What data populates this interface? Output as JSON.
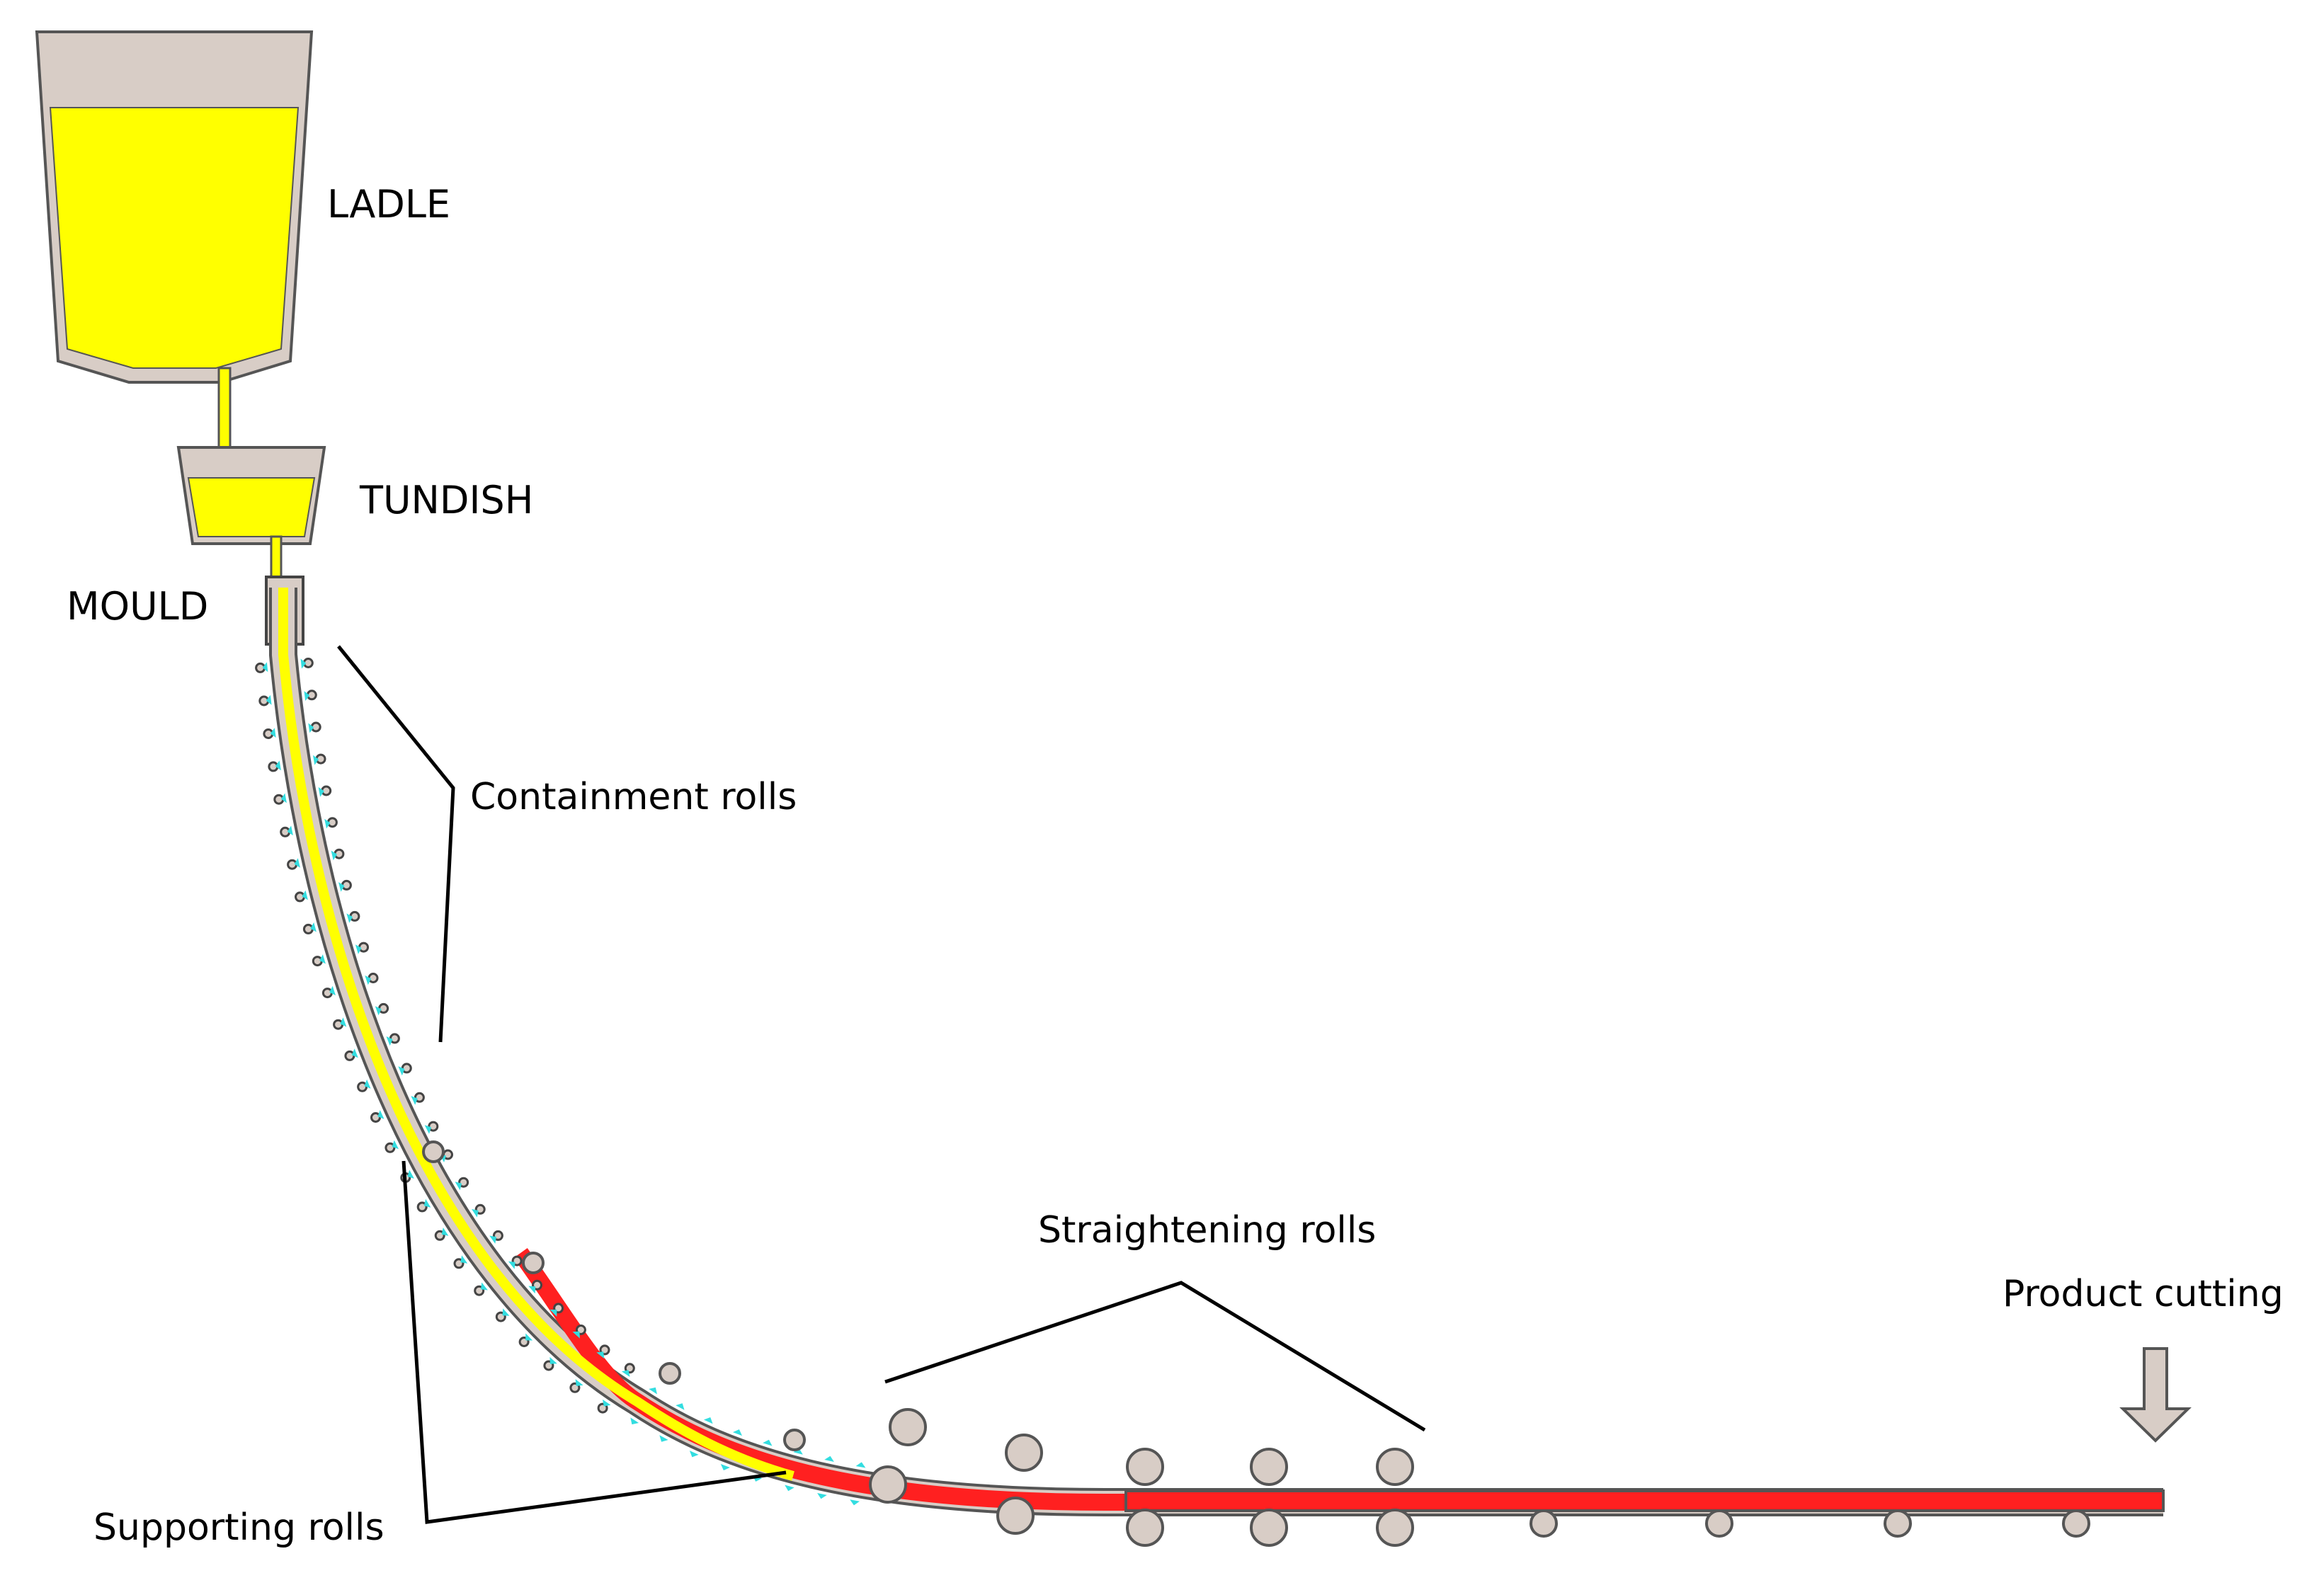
{
  "labels": {
    "ladle": "LADLE",
    "tundish": "TUNDISH",
    "mould": "MOULD",
    "containment_rolls": "Containment rolls",
    "straightening_rolls": "Straightening rolls",
    "product_cutting": "Product cutting",
    "supporting_rolls": "Supporting rolls"
  },
  "colors": {
    "molten_steel": "#ffff00",
    "solid_strand": "#ff2020",
    "vessel_fill": "#d8cdc6",
    "vessel_outline": "#555555",
    "spray_nozzles": "#33dde0",
    "rolls": "#d8cdc6",
    "leader_lines": "#000000"
  },
  "icons": {
    "cut_marker": "arrow-down-icon"
  }
}
